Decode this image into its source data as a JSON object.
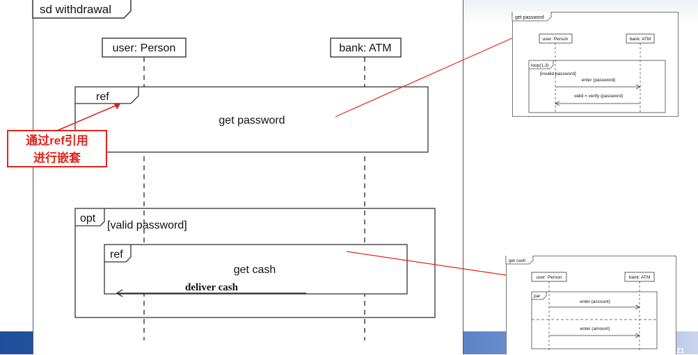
{
  "main": {
    "frame_label": "sd withdrawal",
    "lifelines": [
      "user: Person",
      "bank: ATM"
    ],
    "ref1": {
      "tag": "ref",
      "text": "get password"
    },
    "opt": {
      "tag": "opt",
      "guard": "[valid password]"
    },
    "ref2": {
      "tag": "ref",
      "text": "get cash"
    },
    "message": "deliver cash"
  },
  "callout": {
    "line1": "通过ref引用",
    "line2": "进行嵌套"
  },
  "thumb_password": {
    "frame_label": "get password",
    "lifelines": [
      "user: Person",
      "bank: ATM"
    ],
    "loop": {
      "tag": "loop(1,3)",
      "guard": "[invalid password]"
    },
    "messages": [
      "enter (password)",
      "valid = verify (password)"
    ]
  },
  "thumb_cash": {
    "frame_label": "get cash",
    "lifelines": [
      "user: Person",
      "bank: ATM"
    ],
    "par": {
      "tag": "par"
    },
    "messages": [
      "enter (account)",
      "enter (amount)"
    ]
  },
  "footer": {
    "page_number": "21"
  },
  "colors": {
    "annotation_red": "#e0241b",
    "footer_blue": "#1f4f9a"
  }
}
